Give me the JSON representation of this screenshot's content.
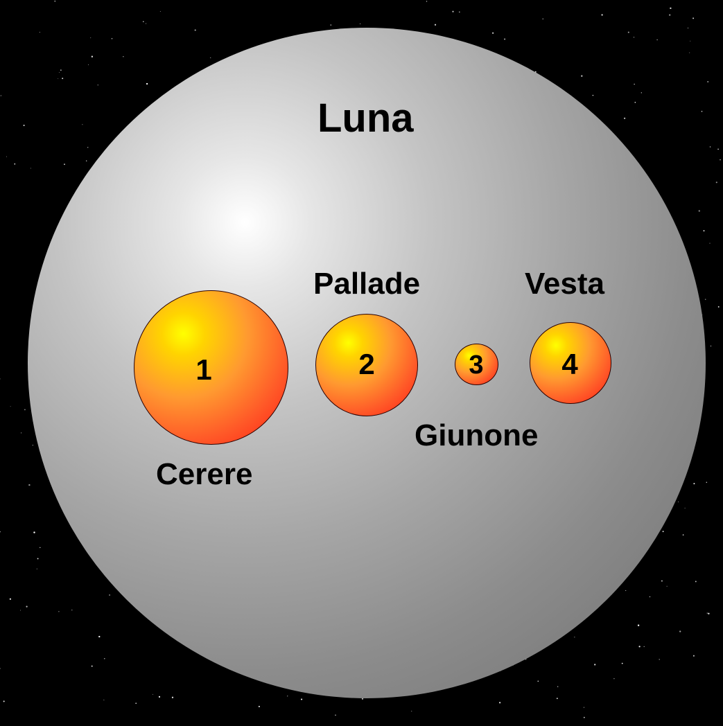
{
  "moon": {
    "name": "Luna"
  },
  "bodies": [
    {
      "number": "1",
      "name": "Cerere"
    },
    {
      "number": "2",
      "name": "Pallade"
    },
    {
      "number": "3",
      "name": "Giunone"
    },
    {
      "number": "4",
      "name": "Vesta"
    }
  ],
  "colors": {
    "background": "#000000",
    "moon_highlight": "#ffffff",
    "moon_shadow": "#6f6f6f",
    "asteroid_highlight": "#ffff00",
    "asteroid_edge": "#ff1a14",
    "text": "#000000"
  }
}
